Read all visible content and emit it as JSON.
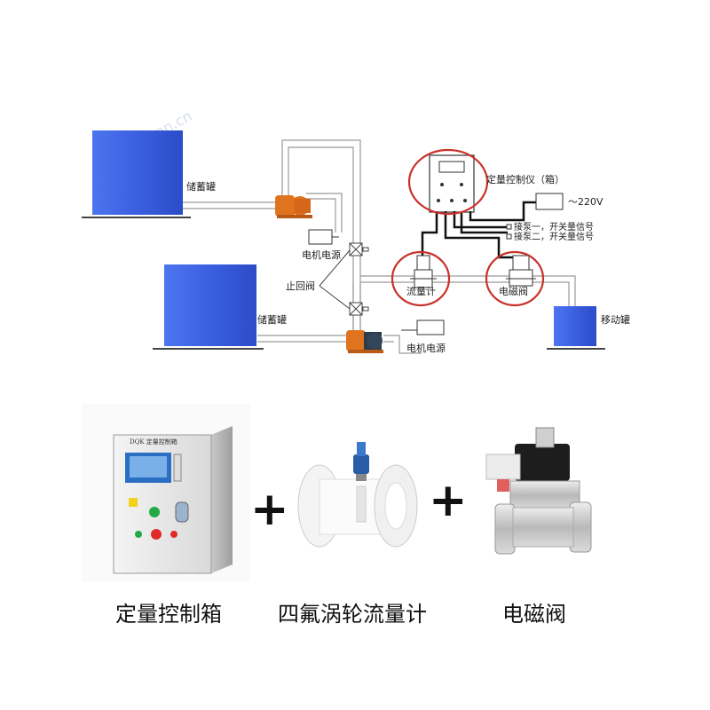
{
  "diagram": {
    "tank1_label": "储蓄罐",
    "tank2_label": "储蓄罐",
    "mobile_tank_label": "移动罐",
    "motor_power_1": "电机电源",
    "motor_power_2": "电机电源",
    "check_valve_label": "止回阀",
    "controller_label": "定量控制仪（箱）",
    "power_supply_label": "～220V",
    "pump1_signal": "接泵一，开关量信号",
    "pump2_signal": "接泵二，开关量信号",
    "flowmeter_label": "流量计",
    "solenoid_label": "电磁阀",
    "watermark": "yizhan.cn"
  },
  "products": {
    "box_title": "DQK 定量控制箱",
    "item1_caption": "定量控制箱",
    "item2_caption": "四氟涡轮流量计",
    "item3_caption": "电磁阀",
    "plus_sign": "+"
  },
  "colors": {
    "tank_blue": "#3d63e0",
    "pump_orange": "#e0741e",
    "highlight_red": "#c8322a",
    "pipe_gray": "#9a9a9a"
  }
}
